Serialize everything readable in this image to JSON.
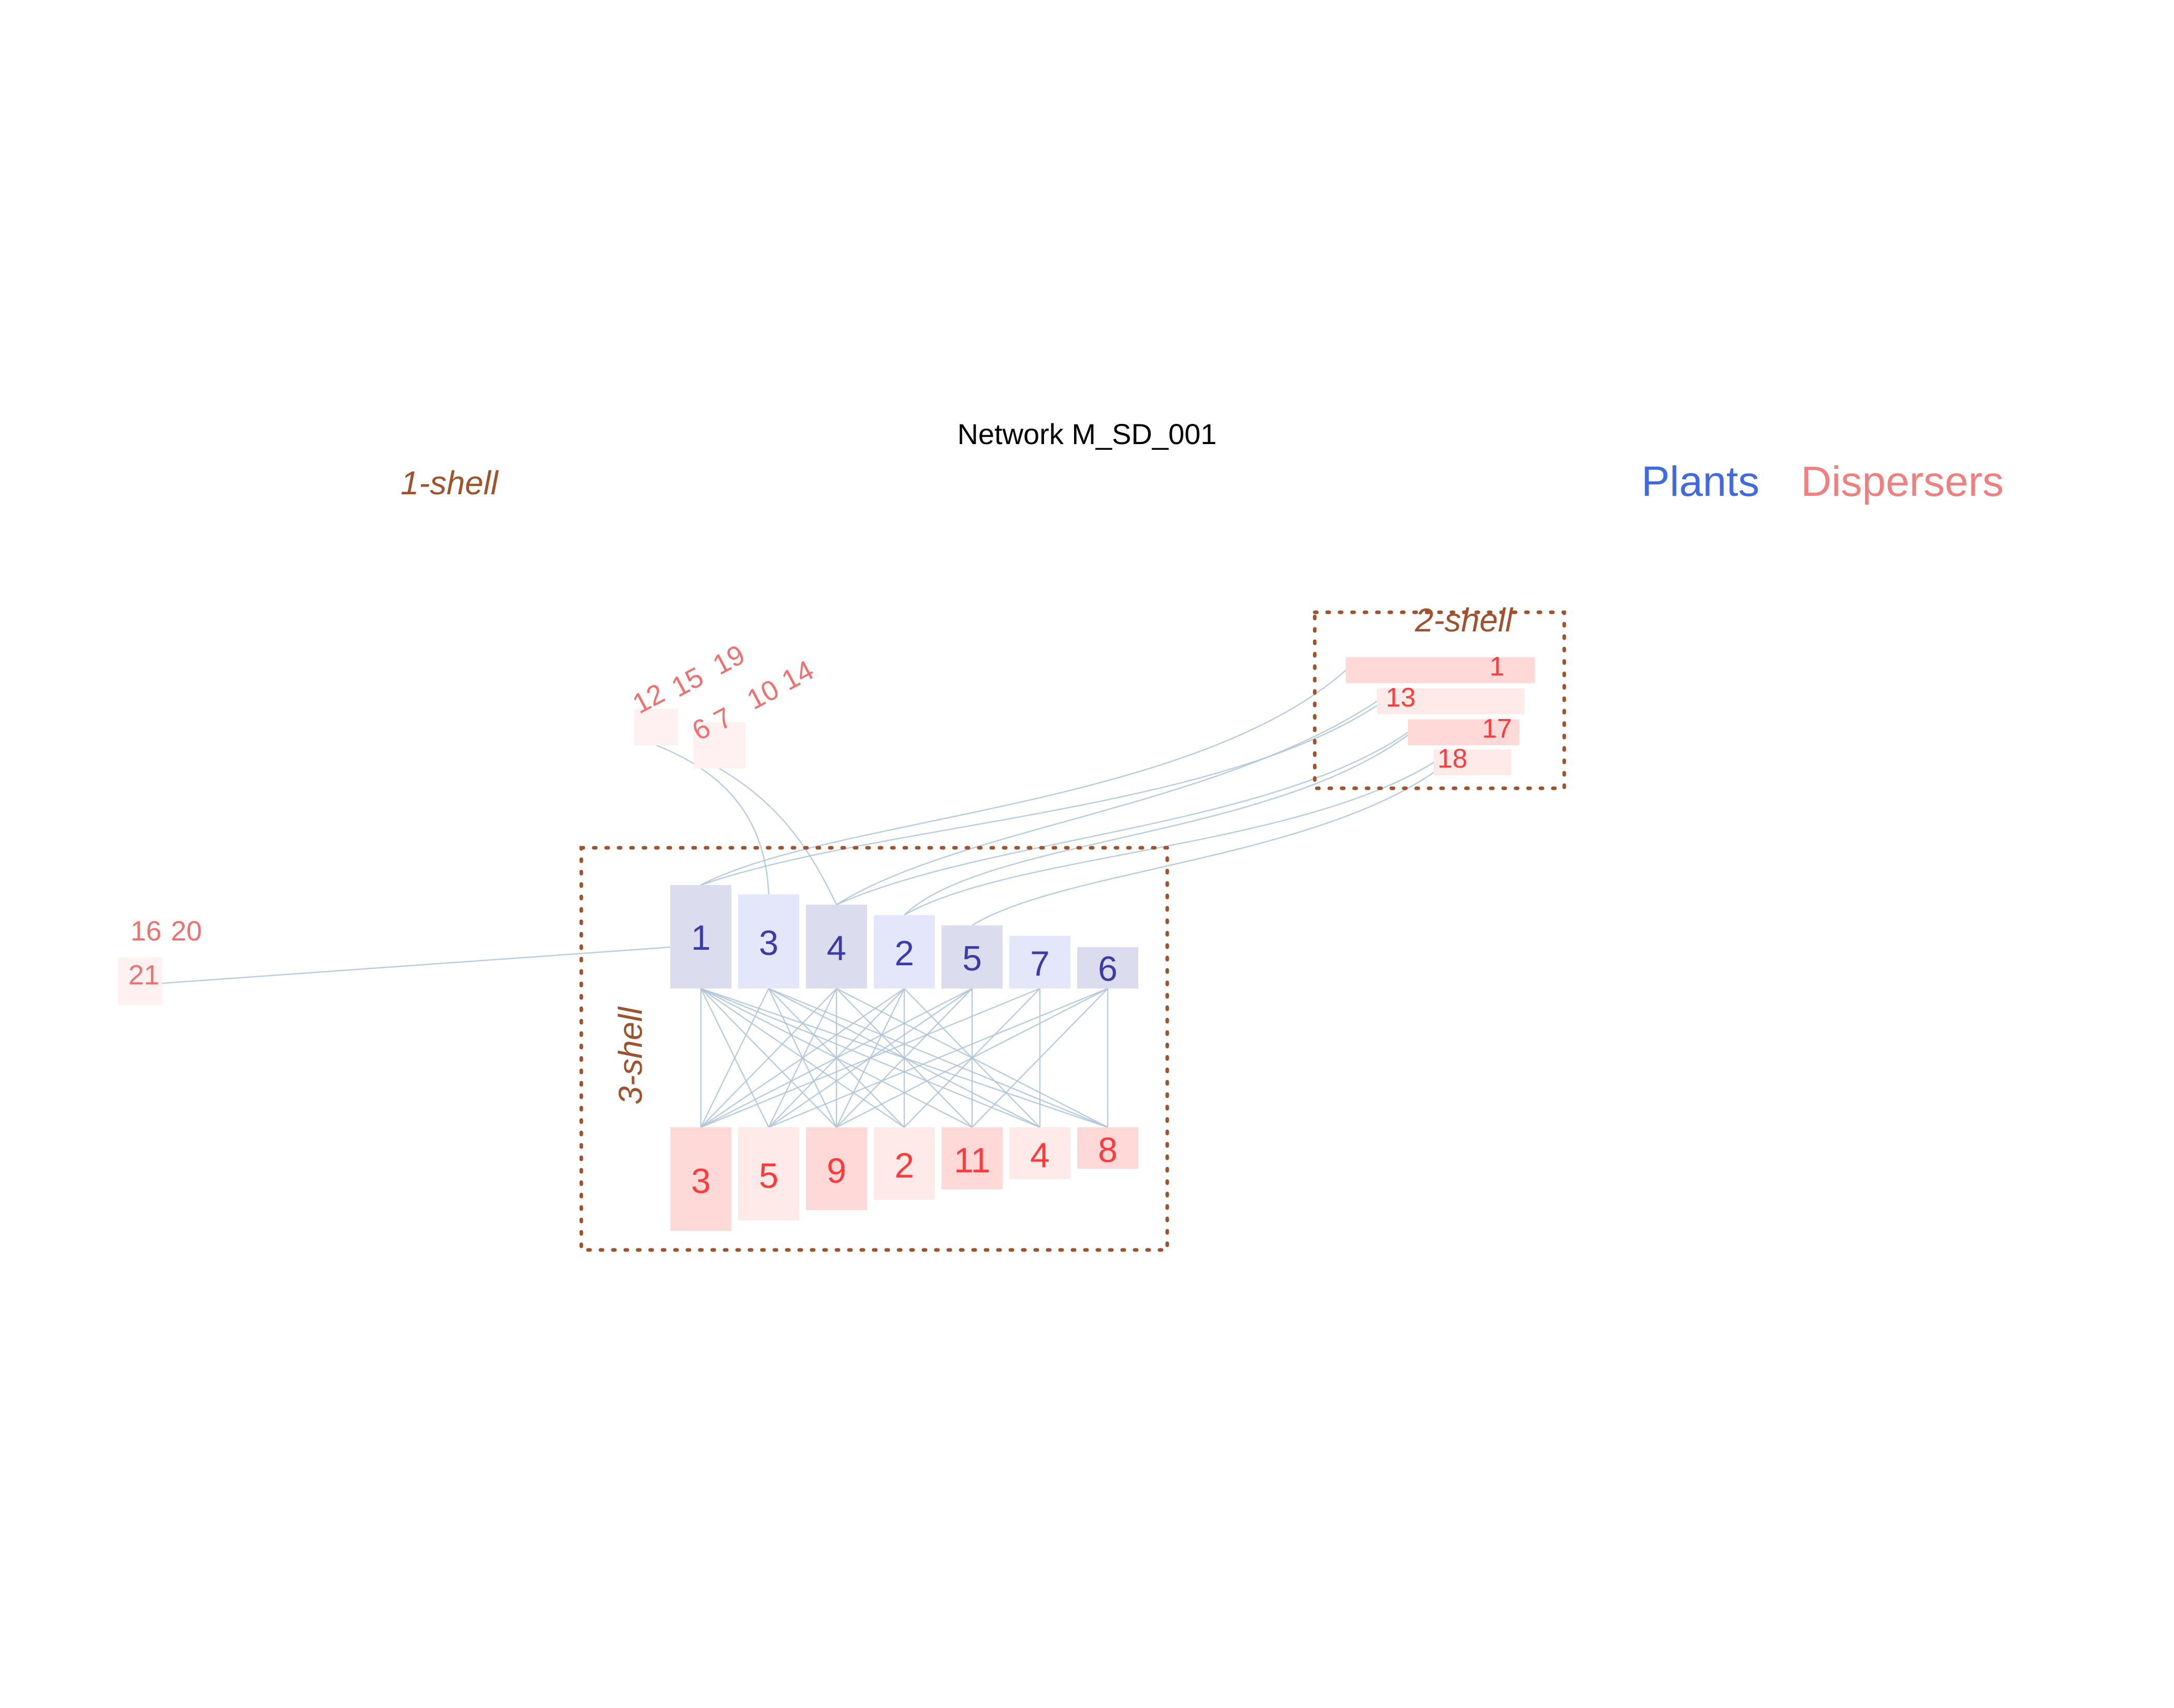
{
  "title": "Network M_SD_001",
  "legend": {
    "plants": "Plants",
    "dispersers": "Dispersers"
  },
  "colors": {
    "plant_label": "#3c3ca8",
    "disperser_label": "#ff3b3b",
    "shell_label": "#a0522d",
    "link": "#aec4d8"
  },
  "shells": {
    "one": {
      "label": "1-shell"
    },
    "two": {
      "label": "2-shell"
    },
    "three": {
      "label": "3-shell"
    }
  },
  "plants_core": [
    "1",
    "3",
    "4",
    "2",
    "5",
    "7",
    "6"
  ],
  "dispersers_core": [
    "3",
    "5",
    "9",
    "2",
    "11",
    "4",
    "8"
  ],
  "dispersers_shell2": [
    "1",
    "13",
    "17",
    "18"
  ],
  "dispersers_shell1": {
    "group_a": [
      "12",
      "15",
      "19"
    ],
    "group_b": [
      "6",
      "7",
      "10",
      "14"
    ],
    "group_c": [
      "16",
      "20"
    ],
    "group_d": [
      "21"
    ]
  }
}
